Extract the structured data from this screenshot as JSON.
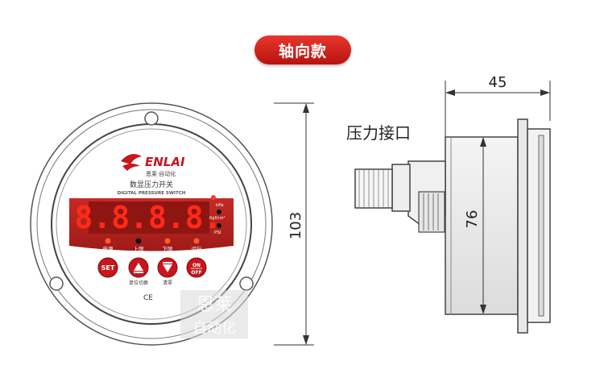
{
  "title": "轴向款",
  "brand": {
    "name": "ENLAI",
    "subtitle": "恩莱·自动化"
  },
  "device": {
    "title_cn": "数显压力开关",
    "title_en": "DIGITAL PRESSURE SWITCH",
    "display": "8.8.8.8.",
    "units": [
      "kPa",
      "Kgf/cm²",
      "PSI"
    ],
    "indicators": [
      "电源",
      "上限",
      "下限",
      "运行"
    ],
    "buttons": {
      "set": "SET",
      "on": "ON",
      "off": "OFF"
    },
    "button_captions": [
      "单位切换",
      "清零"
    ],
    "ce_mark": "CE"
  },
  "dimensions": {
    "height": "103",
    "width": "45",
    "body_height": "76"
  },
  "labels": {
    "pressure_port": "压力接口"
  },
  "watermark": [
    "恩莱",
    "自动化"
  ],
  "colors": {
    "accent": "#c8161d",
    "panel": "#b3231f",
    "digit": "#ff2a1a"
  }
}
